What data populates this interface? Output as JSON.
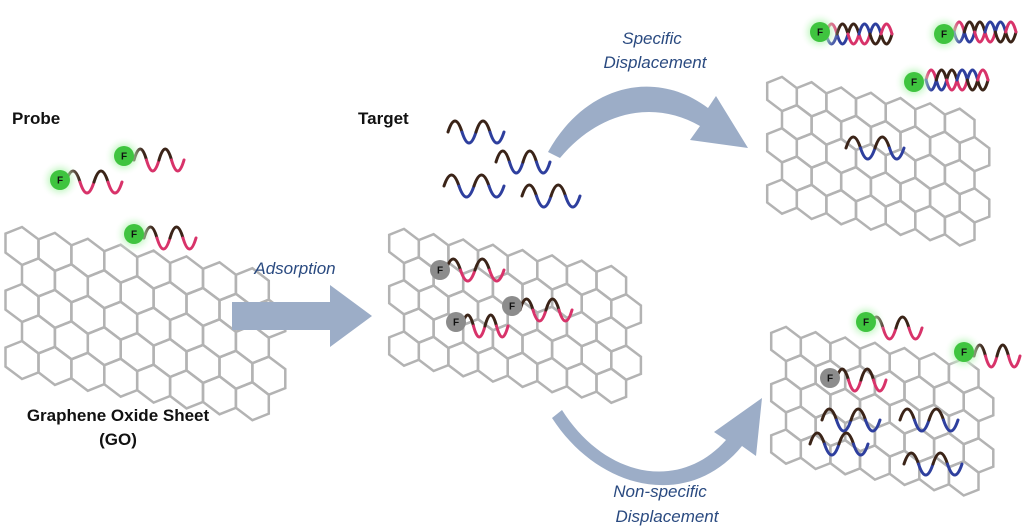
{
  "labels": {
    "probe": "Probe",
    "target": "Target",
    "go_line1": "Graphene Oxide Sheet",
    "go_line2": "(GO)",
    "adsorption": "Adsorption",
    "specific_line1": "Specific",
    "specific_line2": "Displacement",
    "nonspecific_line1": "Non-specific",
    "nonspecific_line2": "Displacement"
  },
  "fluorophore_letter": "F",
  "colors": {
    "arrow": "#9cadc7",
    "sheet_stroke": "#b3b3b3",
    "probe_green": "#3fc43f",
    "glow_green": "#8ef08e",
    "quenched_gray": "#8c8c8c",
    "probe_strand": "#d8336a",
    "target_strand": "#2e3f9e",
    "strand_dark": "#3b2418",
    "label_blue": "#2a4a80"
  }
}
